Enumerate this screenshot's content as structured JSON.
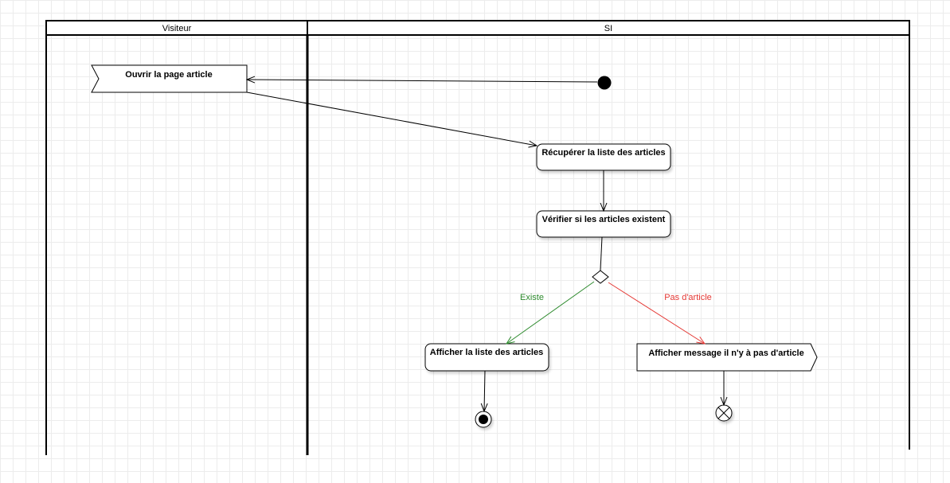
{
  "colors": {
    "background": "#ffffff",
    "grid": "#ececec",
    "stroke": "#000000",
    "guard_exists": "#2e8b2e",
    "guard_none": "#e53935"
  },
  "lanes": {
    "visitor": "Visiteur",
    "system": "SI"
  },
  "nodes": {
    "open_page": "Ouvrir la page article",
    "fetch_list": "Récupérer la liste des articles",
    "check_exists": "Vérifier si les articles existent",
    "show_list": "Afficher la liste des articles",
    "show_message": "Afficher message il n'y à pas d'article"
  },
  "guards": {
    "exists": "Existe",
    "none": "Pas d'article"
  }
}
